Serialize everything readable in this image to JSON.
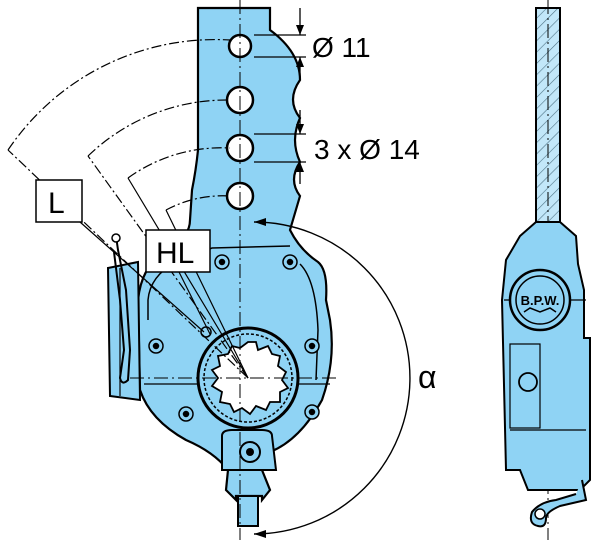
{
  "labels": {
    "hole_small": "Ø 11",
    "holes_large": "3 x Ø 14",
    "length": "L",
    "hole_length": "HL",
    "angle": "α"
  },
  "logo": {
    "text": "B.P.W."
  },
  "colors": {
    "body": "#8fd3f4",
    "outline": "#000000",
    "background": "#ffffff"
  }
}
